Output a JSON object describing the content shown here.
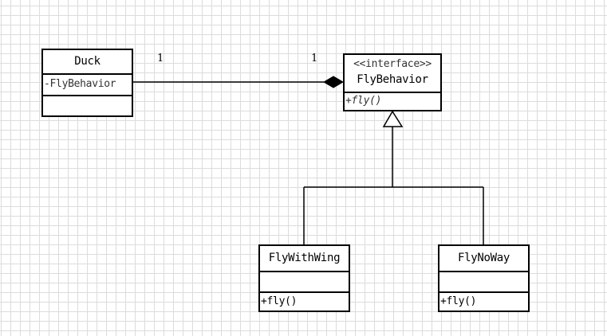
{
  "diagram": {
    "type": "uml-class-diagram",
    "classes": {
      "duck": {
        "name": "Duck",
        "attributes": [
          "-FlyBehavior"
        ],
        "operations": []
      },
      "fly_behavior": {
        "stereotype": "<<interface>>",
        "name": "FlyBehavior",
        "attributes": [],
        "operations": [
          "+fly()"
        ]
      },
      "fly_with_wing": {
        "name": "FlyWithWing",
        "attributes": [],
        "operations": [
          "+fly()"
        ]
      },
      "fly_no_way": {
        "name": "FlyNoWay",
        "attributes": [],
        "operations": [
          "+fly()"
        ]
      }
    },
    "relationships": [
      {
        "type": "composition",
        "from": "Duck",
        "to": "FlyBehavior",
        "source_multiplicity": "1",
        "target_multiplicity": "1"
      },
      {
        "type": "realization",
        "from": "FlyWithWing",
        "to": "FlyBehavior"
      },
      {
        "type": "realization",
        "from": "FlyNoWay",
        "to": "FlyBehavior"
      }
    ],
    "colors": {
      "line": "#000000",
      "grid": "#dcdcdc",
      "background": "#ffffff"
    }
  }
}
